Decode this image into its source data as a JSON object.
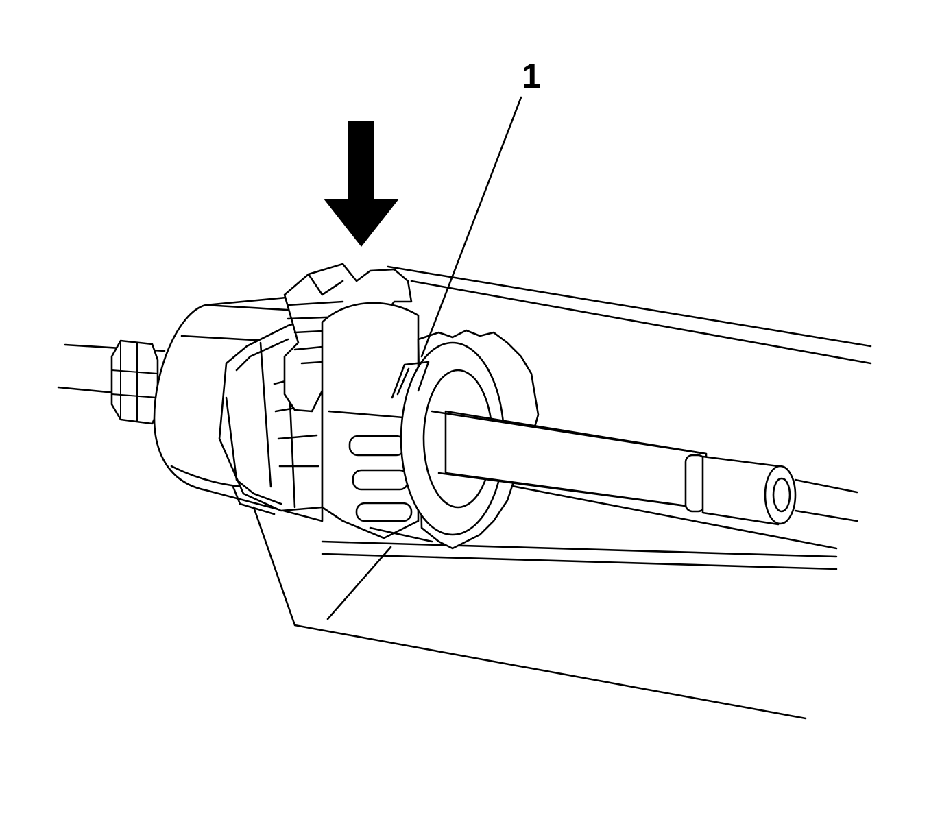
{
  "diagram": {
    "callouts": [
      {
        "id": "1",
        "label": "1"
      }
    ],
    "arrow_direction": "down",
    "colors": {
      "line": "#000000",
      "background": "#ffffff"
    }
  }
}
